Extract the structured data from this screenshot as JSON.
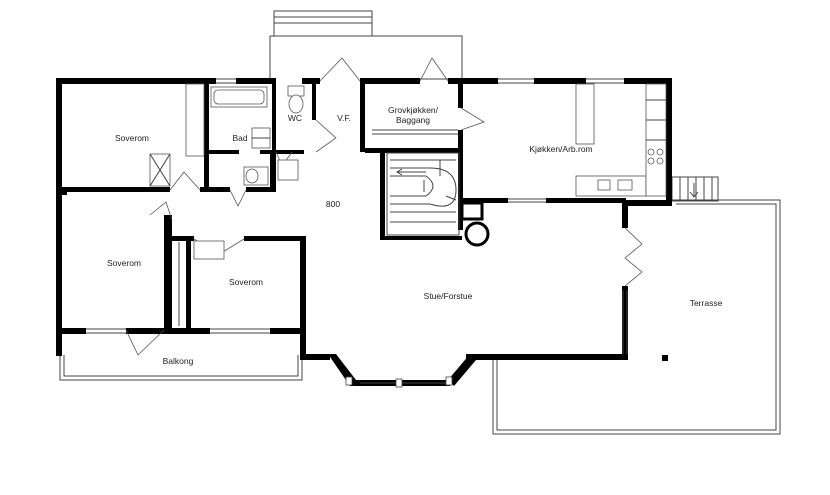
{
  "rooms": {
    "soverom_1": "Soverom",
    "bad": "Bad",
    "wc": "WC",
    "vf": "V.F.",
    "grovkjokken_line1": "Grovkjøkken/",
    "grovkjokken_line2": "Baggang",
    "kjokken": "Kjøkken/Arb.rom",
    "hall_code": "800",
    "soverom_2": "Soverom",
    "soverom_3": "Soverom",
    "stue": "Stue/Forstue",
    "terrasse": "Terrasse",
    "balkong": "Balkong"
  }
}
